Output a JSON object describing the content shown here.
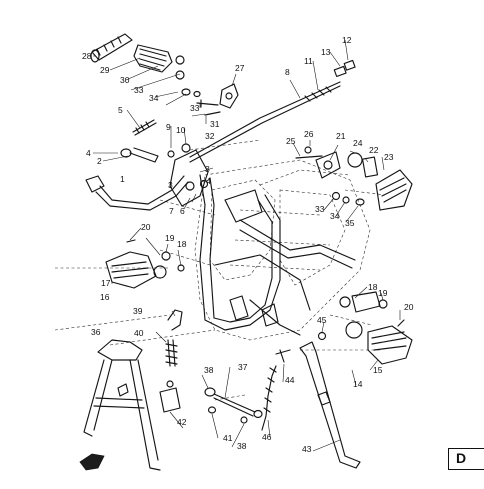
{
  "callouts": [
    {
      "n": "1"
    },
    {
      "n": "2"
    },
    {
      "n": "3"
    },
    {
      "n": "3"
    },
    {
      "n": "4"
    },
    {
      "n": "4"
    },
    {
      "n": "5"
    },
    {
      "n": "6"
    },
    {
      "n": "7"
    },
    {
      "n": "8"
    },
    {
      "n": "9"
    },
    {
      "n": "10"
    },
    {
      "n": "11"
    },
    {
      "n": "12"
    },
    {
      "n": "13"
    },
    {
      "n": "14"
    },
    {
      "n": "15"
    },
    {
      "n": "16"
    },
    {
      "n": "17"
    },
    {
      "n": "18"
    },
    {
      "n": "18"
    },
    {
      "n": "19"
    },
    {
      "n": "19"
    },
    {
      "n": "20"
    },
    {
      "n": "20"
    },
    {
      "n": "21"
    },
    {
      "n": "22"
    },
    {
      "n": "23"
    },
    {
      "n": "24"
    },
    {
      "n": "25"
    },
    {
      "n": "26"
    },
    {
      "n": "27"
    },
    {
      "n": "28"
    },
    {
      "n": "29"
    },
    {
      "n": "30"
    },
    {
      "n": "31"
    },
    {
      "n": "32"
    },
    {
      "n": "33"
    },
    {
      "n": "33"
    },
    {
      "n": "33"
    },
    {
      "n": "34"
    },
    {
      "n": "34"
    },
    {
      "n": "35"
    },
    {
      "n": "36"
    },
    {
      "n": "37"
    },
    {
      "n": "38"
    },
    {
      "n": "38"
    },
    {
      "n": "39"
    },
    {
      "n": "40"
    },
    {
      "n": "41"
    },
    {
      "n": "42"
    },
    {
      "n": "43"
    },
    {
      "n": "44"
    },
    {
      "n": "45"
    },
    {
      "n": "46"
    }
  ],
  "page_badge": "D"
}
